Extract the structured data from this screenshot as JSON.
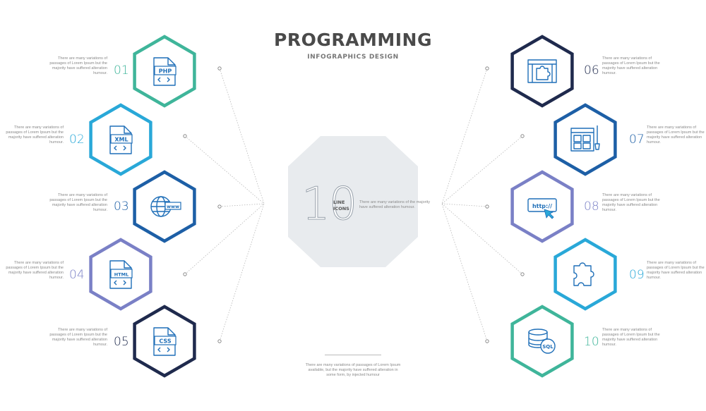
{
  "title": "PROGRAMMING",
  "subtitle": "INFOGRAPHICS DESIGN",
  "center": {
    "big_number": "10",
    "label_line1": "LINE",
    "label_line2": "ICONS",
    "description": "There are many variations of the majority have suffered alteration humour."
  },
  "bottom_text": "There are many variations of passages of Lorem Ipsum available, but the majority have suffered alteration in some form, by injected humour",
  "item_description": "There are many variations of passages of Lorem Ipsum but the majority have suffered alteration humour.",
  "items": [
    {
      "number": "01",
      "icon": "php-file-icon",
      "icon_text": "PHP",
      "color": "#3fb59a"
    },
    {
      "number": "02",
      "icon": "xml-file-icon",
      "icon_text": "XML",
      "color": "#29a8d8"
    },
    {
      "number": "03",
      "icon": "www-globe-icon",
      "icon_text": "www",
      "color": "#1d5fa6"
    },
    {
      "number": "04",
      "icon": "html-file-icon",
      "icon_text": "HTML",
      "color": "#7a80c6"
    },
    {
      "number": "05",
      "icon": "css-file-icon",
      "icon_text": "CSS",
      "color": "#1f2a4d"
    },
    {
      "number": "06",
      "icon": "plugin-window-icon",
      "icon_text": "",
      "color": "#1f2a4d"
    },
    {
      "number": "07",
      "icon": "design-layout-icon",
      "icon_text": "",
      "color": "#1d5fa6"
    },
    {
      "number": "08",
      "icon": "http-link-icon",
      "icon_text": "http://",
      "color": "#7a80c6"
    },
    {
      "number": "09",
      "icon": "puzzle-piece-icon",
      "icon_text": "",
      "color": "#29a8d8"
    },
    {
      "number": "10",
      "icon": "sql-database-icon",
      "icon_text": "SQL",
      "color": "#3fb59a"
    }
  ]
}
